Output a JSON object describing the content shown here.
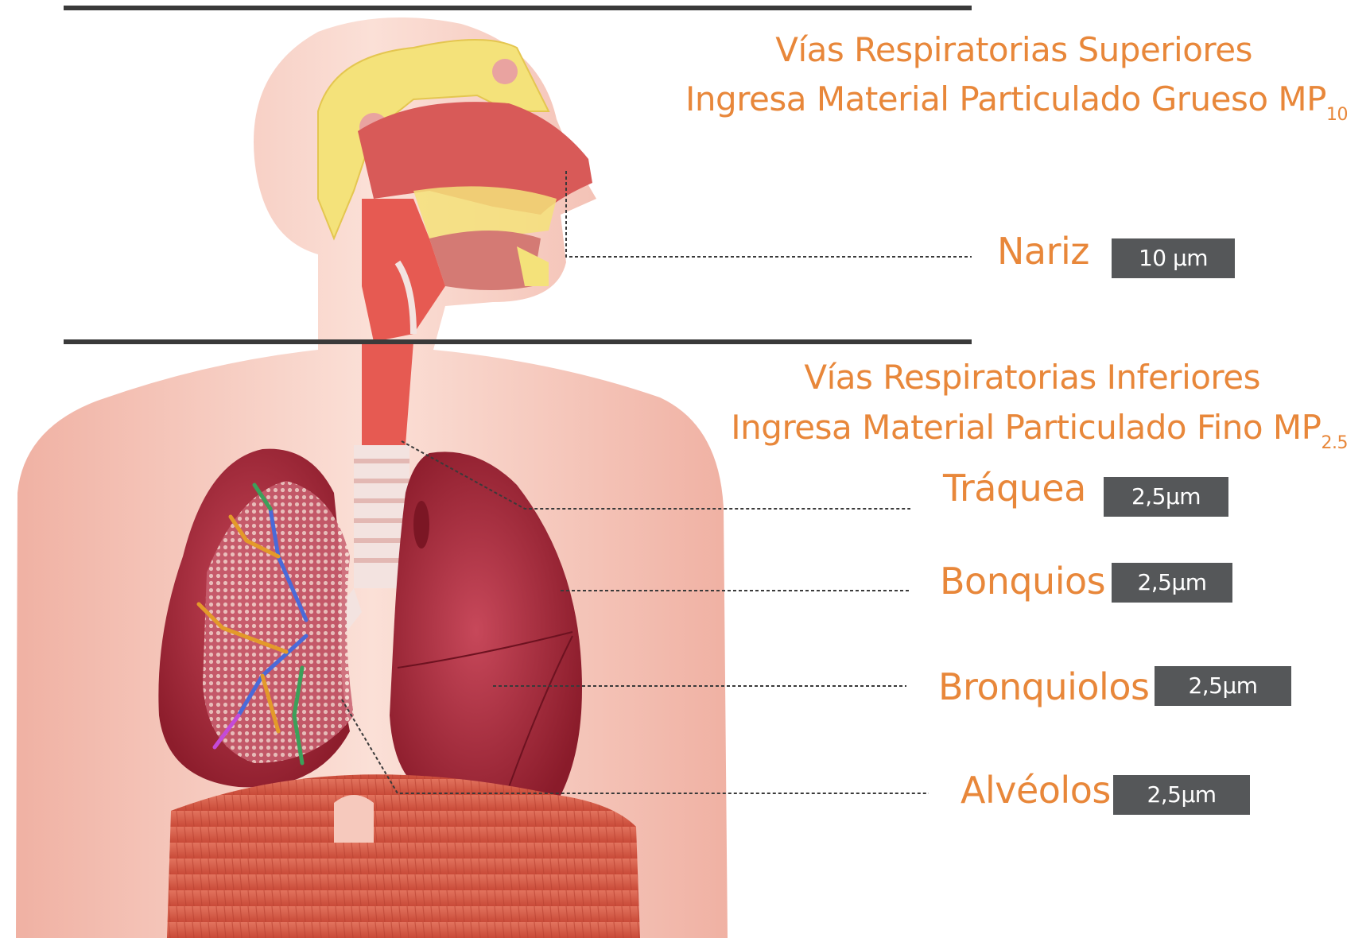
{
  "upper": {
    "title": "Vías Respiratorias Superiores",
    "subtitle_main": "Ingresa Material Particulado Grueso MP",
    "subtitle_sub": "10"
  },
  "lower": {
    "title": "Vías Respiratorias Inferiores",
    "subtitle_main": "Ingresa Material Particulado Fino MP",
    "subtitle_sub": "2.5"
  },
  "parts": [
    {
      "name": "Nariz",
      "size": "10 µm"
    },
    {
      "name": "Tráquea",
      "size": "2,5µm"
    },
    {
      "name": "Bonquios",
      "size": "2,5µm"
    },
    {
      "name": "Bronquiolos",
      "size": "2,5µm"
    },
    {
      "name": "Alvéolos",
      "size": "2,5µm"
    }
  ],
  "colors": {
    "label": "#e8873a",
    "badge": "#555759",
    "divider": "#3a3a3a",
    "skin": "#f6c9bd",
    "lung": "#b2303f",
    "airway": "#e65a52",
    "cartilage": "#f3e3e0",
    "sinus": "#f4e27a",
    "muscle": "#d85a45"
  }
}
